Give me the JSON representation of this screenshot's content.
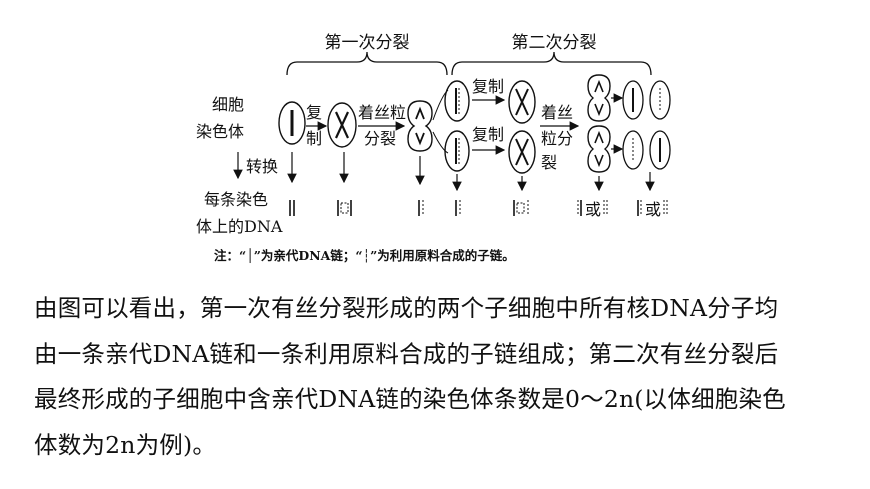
{
  "diagram": {
    "brace_first": "第一次分裂",
    "brace_second": "第二次分裂",
    "row_label_cell": "细胞",
    "row_label_chromosome": "染色体",
    "transform": "转换",
    "row_label_dna_1": "每条染色",
    "row_label_dna_2": "体上的DNA",
    "step_replicate_1": "复",
    "step_replicate_2": "制",
    "step_separate_1": "着丝粒",
    "step_separate_2": "分裂",
    "second_replicate_top": "复制",
    "second_replicate_bottom": "复制",
    "second_separate_1": "着丝",
    "second_separate_2": "粒分",
    "second_separate_3": "裂",
    "or_1": "或",
    "or_2": "或",
    "note": "注：“│”为亲代DNA链；“┆”为利用原料合成的子链。"
  },
  "paragraph": {
    "line1": "由图可以看出，第一次有丝分裂形成的两个子细胞中所有核DNA分子均",
    "line2": "由一条亲代DNA链和一条利用原料合成的子链组成；第二次有丝分裂后",
    "line3": "最终形成的子细胞中含亲代DNA链的染色体条数是0～2n(以体细胞染色",
    "line4": "体数为2n为例)。"
  }
}
